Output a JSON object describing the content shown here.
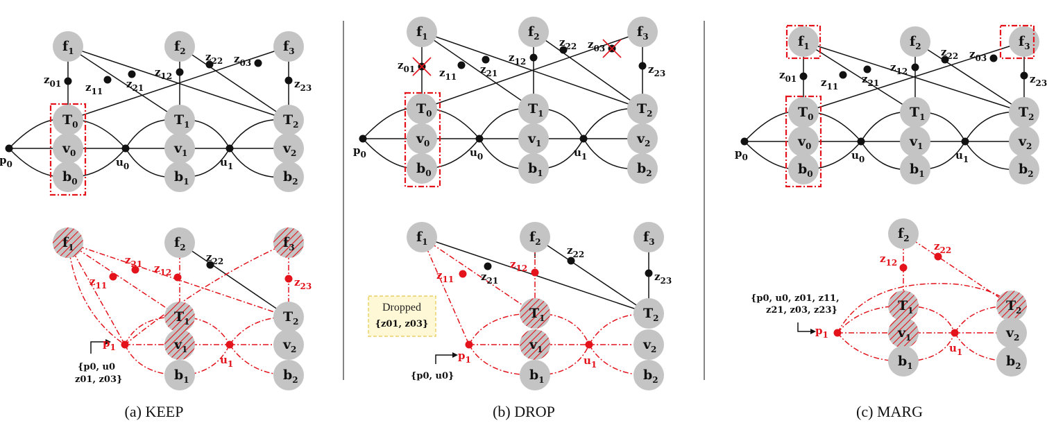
{
  "captions": {
    "keep": "(a)  KEEP",
    "drop": "(b)  DROP",
    "marg": "(c)  MARG"
  },
  "colors": {
    "node_fill": "#c4c4c4",
    "highlight": "#e3121b",
    "edge": "#111111",
    "dropped_bg": "#fff8d6",
    "dropped_border": "#e6c84a"
  },
  "panels": [
    {
      "id": "keep",
      "top": {
        "nodes": {
          "f1": "f1",
          "f2": "f2",
          "f3": "f3",
          "T0": "T0",
          "T1": "T1",
          "T2": "T2",
          "v0": "v0",
          "v1": "v1",
          "v2": "v2",
          "b0": "b0",
          "b1": "b1",
          "b2": "b2"
        },
        "factors": {
          "p0": "p0",
          "u0": "u0",
          "u1": "u1",
          "z01": "z01",
          "z11": "z11",
          "z21": "z21",
          "z12": "z12",
          "z22": "z22",
          "z03": "z03",
          "z23": "z23"
        }
      },
      "bottom": {
        "nodes": {
          "f1": "f1",
          "f2": "f2",
          "f3": "f3",
          "T1": "T1",
          "T2": "T2",
          "v1": "v1",
          "v2": "v2",
          "b1": "b1",
          "b2": "b2"
        },
        "factors": {
          "p1": "p1",
          "u1": "u1",
          "z11": "z11",
          "z21": "z21",
          "z12": "z12",
          "z22": "z22",
          "z23": "z23"
        },
        "note_lines": [
          "p0, u0",
          "z01, z03"
        ]
      }
    },
    {
      "id": "drop",
      "top": {
        "nodes": {
          "f1": "f1",
          "f2": "f2",
          "f3": "f3",
          "T0": "T0",
          "T1": "T1",
          "T2": "T2",
          "v0": "v0",
          "v1": "v1",
          "v2": "v2",
          "b0": "b0",
          "b1": "b1",
          "b2": "b2"
        },
        "factors": {
          "p0": "p0",
          "u0": "u0",
          "u1": "u1",
          "z01": "z01",
          "z11": "z11",
          "z21": "z21",
          "z12": "z12",
          "z22": "z22",
          "z03": "z03",
          "z23": "z23"
        }
      },
      "bottom": {
        "nodes": {
          "f1": "f1",
          "f2": "f2",
          "f3": "f3",
          "T1": "T1",
          "T2": "T2",
          "v1": "v1",
          "v2": "v2",
          "b1": "b1",
          "b2": "b2"
        },
        "factors": {
          "p1": "p1",
          "u1": "u1",
          "z11": "z11",
          "z21": "z21",
          "z12": "z12",
          "z22": "z22",
          "z23": "z23"
        },
        "dropped_title": "Dropped",
        "dropped_set": "{z01, z03}",
        "note_lines": [
          "{p0, u0}"
        ]
      }
    },
    {
      "id": "marg",
      "top": {
        "nodes": {
          "f1": "f1",
          "f2": "f2",
          "f3": "f3",
          "T0": "T0",
          "T1": "T1",
          "T2": "T2",
          "v0": "v0",
          "v1": "v1",
          "v2": "v2",
          "b0": "b0",
          "b1": "b1",
          "b2": "b2"
        },
        "factors": {
          "p0": "p0",
          "u0": "u0",
          "u1": "u1",
          "z01": "z01",
          "z11": "z11",
          "z21": "z21",
          "z12": "z12",
          "z22": "z22",
          "z03": "z03",
          "z23": "z23"
        }
      },
      "bottom": {
        "nodes": {
          "f2": "f2",
          "T1": "T1",
          "T2": "T2",
          "v1": "v1",
          "v2": "v2",
          "b1": "b1",
          "b2": "b2"
        },
        "factors": {
          "p1": "p1",
          "u1": "u1",
          "z12": "z12",
          "z22": "z22"
        },
        "note_lines": [
          "p0, u0, z01, z11",
          "z21, z03, z23"
        ]
      }
    }
  ]
}
